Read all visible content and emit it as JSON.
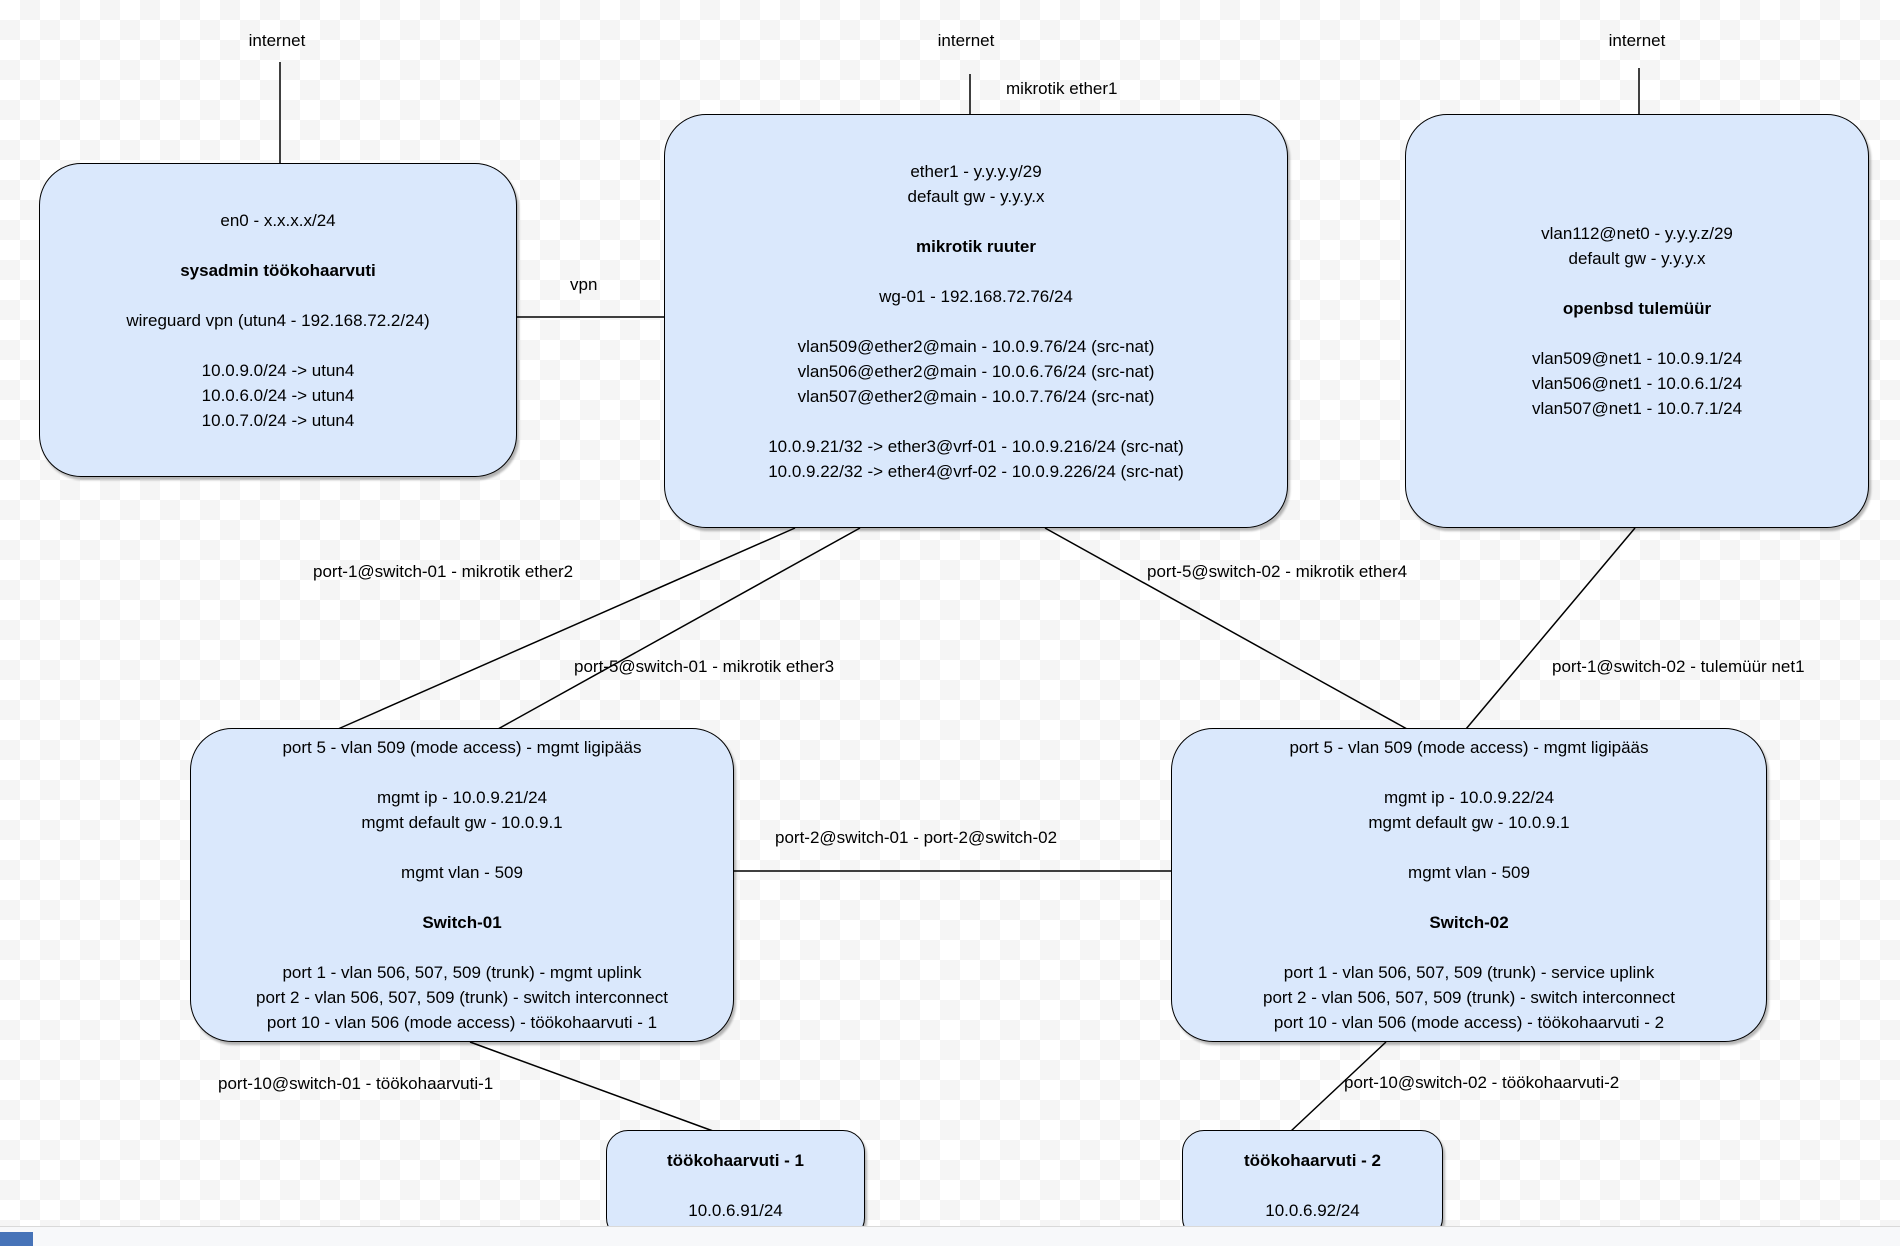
{
  "colors": {
    "node_fill": "#dae8fc",
    "node_stroke": "#000000",
    "edge_stroke": "#000000",
    "canvas_check": "#f5f5f5",
    "scrollbar_track": "#f7f8fa",
    "scrollbar_accent": "#4673b8"
  },
  "nodes": {
    "sysadmin": {
      "lines": [
        [
          "en0 - x.x.x.x/24",
          0
        ],
        [
          "",
          0
        ],
        [
          "sysadmin töökohaarvuti",
          1
        ],
        [
          "",
          0
        ],
        [
          "wireguard vpn (utun4 - 192.168.72.2/24)",
          0
        ],
        [
          "",
          0
        ],
        [
          "10.0.9.0/24 -> utun4",
          0
        ],
        [
          "10.0.6.0/24 -> utun4",
          0
        ],
        [
          "10.0.7.0/24 -> utun4",
          0
        ]
      ]
    },
    "mikrotik": {
      "lines": [
        [
          "ether1 - y.y.y.y/29",
          0
        ],
        [
          "default gw - y.y.y.x",
          0
        ],
        [
          "",
          0
        ],
        [
          "mikrotik ruuter",
          1
        ],
        [
          "",
          0
        ],
        [
          "wg-01 - 192.168.72.76/24",
          0
        ],
        [
          "",
          0
        ],
        [
          "vlan509@ether2@main - 10.0.9.76/24 (src-nat)",
          0
        ],
        [
          "vlan506@ether2@main - 10.0.6.76/24 (src-nat)",
          0
        ],
        [
          "vlan507@ether2@main - 10.0.7.76/24 (src-nat)",
          0
        ],
        [
          "",
          0
        ],
        [
          "10.0.9.21/32 -> ether3@vrf-01 - 10.0.9.216/24 (src-nat)",
          0
        ],
        [
          "10.0.9.22/32 -> ether4@vrf-02 - 10.0.9.226/24 (src-nat)",
          0
        ]
      ]
    },
    "openbsd": {
      "lines": [
        [
          "vlan112@net0 - y.y.y.z/29",
          0
        ],
        [
          "default gw - y.y.y.x",
          0
        ],
        [
          "",
          0
        ],
        [
          "openbsd tulemüür",
          1
        ],
        [
          "",
          0
        ],
        [
          "vlan509@net1 - 10.0.9.1/24",
          0
        ],
        [
          "vlan506@net1 - 10.0.6.1/24",
          0
        ],
        [
          "vlan507@net1 - 10.0.7.1/24",
          0
        ]
      ]
    },
    "switch01": {
      "lines": [
        [
          "port 5 - vlan 509 (mode access) - mgmt ligipääs",
          0
        ],
        [
          "",
          0
        ],
        [
          "mgmt ip - 10.0.9.21/24",
          0
        ],
        [
          "mgmt default gw - 10.0.9.1",
          0
        ],
        [
          "",
          0
        ],
        [
          "mgmt vlan - 509",
          0
        ],
        [
          "",
          0
        ],
        [
          "Switch-01",
          1
        ],
        [
          "",
          0
        ],
        [
          "port 1 - vlan 506, 507, 509 (trunk) - mgmt uplink",
          0
        ],
        [
          "port 2 - vlan 506, 507, 509 (trunk) - switch interconnect",
          0
        ],
        [
          "port 10 - vlan 506 (mode access) - töökohaarvuti - 1",
          0
        ]
      ]
    },
    "switch02": {
      "lines": [
        [
          "port 5 - vlan 509 (mode access) - mgmt ligipääs",
          0
        ],
        [
          "",
          0
        ],
        [
          "mgmt ip - 10.0.9.22/24",
          0
        ],
        [
          "mgmt default gw - 10.0.9.1",
          0
        ],
        [
          "",
          0
        ],
        [
          "mgmt vlan - 509",
          0
        ],
        [
          "",
          0
        ],
        [
          "Switch-02",
          1
        ],
        [
          "",
          0
        ],
        [
          "port 1 - vlan 506, 507, 509 (trunk) - service uplink",
          0
        ],
        [
          "port 2 - vlan 506, 507, 509 (trunk) - switch interconnect",
          0
        ],
        [
          "port 10 - vlan 506 (mode access) - töökohaarvuti - 2",
          0
        ]
      ]
    },
    "pc1": {
      "lines": [
        [
          "töökohaarvuti - 1",
          1
        ],
        [
          "",
          0
        ],
        [
          "10.0.6.91/24",
          0
        ]
      ]
    },
    "pc2": {
      "lines": [
        [
          "töökohaarvuti - 2",
          1
        ],
        [
          "",
          0
        ],
        [
          "10.0.6.92/24",
          0
        ]
      ]
    }
  },
  "edge_labels": {
    "internet1": "internet",
    "internet2": "internet",
    "internet3": "internet",
    "mikrotik_ether1": "mikrotik ether1",
    "vpn": "vpn",
    "sw1_ether2": "port-1@switch-01 - mikrotik ether2",
    "sw1_ether3": "port-5@switch-01 - mikrotik ether3",
    "sw2_ether4": "port-5@switch-02 - mikrotik ether4",
    "sw2_net1": "port-1@switch-02 - tulemüür net1",
    "interconnect": "port-2@switch-01 - port-2@switch-02",
    "sw1_pc1": "port-10@switch-01 - töökohaarvuti-1",
    "sw2_pc2": "port-10@switch-02 - töökohaarvuti-2"
  }
}
